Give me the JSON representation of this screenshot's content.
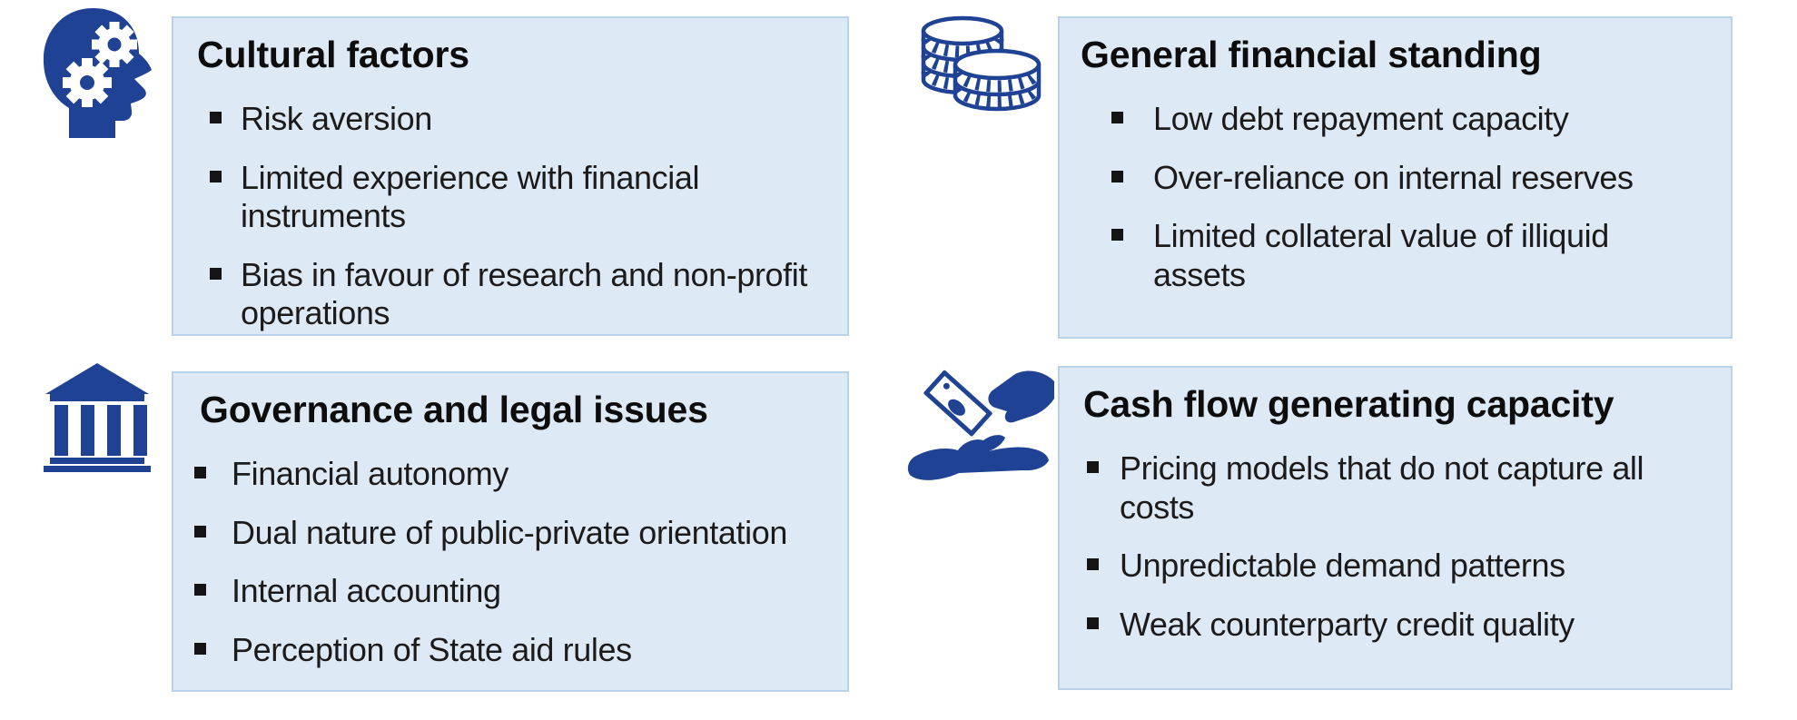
{
  "colors": {
    "icon_blue": "#1F4295",
    "box_fill": "#DEE9F6",
    "box_border": "#B9D2EA",
    "title_text": "#0D0D0D",
    "bullet_text": "#1B1B1B",
    "marker_color": "#141414"
  },
  "panels": [
    {
      "icon": "head-gears-icon",
      "title": "Cultural factors",
      "bullets": [
        "Risk aversion",
        "Limited experience with financial instruments",
        "Bias in favour of research and non-profit operations"
      ]
    },
    {
      "icon": "coins-icon",
      "title": "General financial standing",
      "bullets": [
        "Low debt repayment capacity",
        "Over-reliance on internal reserves",
        "Limited collateral value of illiquid assets"
      ]
    },
    {
      "icon": "bank-icon",
      "title": "Governance and legal issues",
      "bullets": [
        "Financial autonomy",
        "Dual nature of public-private orientation",
        "Internal accounting",
        "Perception of State aid rules"
      ]
    },
    {
      "icon": "hand-money-icon",
      "title": "Cash flow generating capacity",
      "bullets": [
        "Pricing models that do not capture all costs",
        "Unpredictable demand patterns",
        "Weak counterparty credit quality"
      ]
    }
  ]
}
